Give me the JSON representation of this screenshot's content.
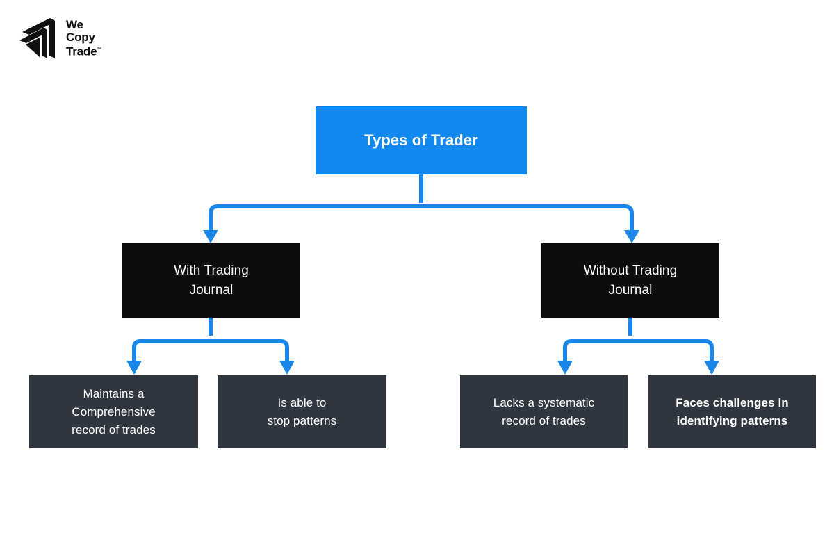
{
  "brand": {
    "name": "We Copy Trade",
    "logo_icon": "arrow-chevron-logo-mark",
    "lines": [
      "We",
      "Copy",
      "Trade"
    ],
    "trademark": "™"
  },
  "colors": {
    "accent_blue": "#1289f0",
    "connector_blue": "#1a86e8",
    "node_black": "#0d0d10",
    "node_slate": "#30363f",
    "background": "#ffffff",
    "text_light": "#ffffff"
  },
  "diagram": {
    "type": "tree",
    "root": {
      "id": "types-of-trader",
      "label": "Types of Trader"
    },
    "branches": [
      {
        "id": "with-trading-journal",
        "label": "With Trading\nJournal",
        "children": [
          {
            "id": "maintains-comprehensive-record",
            "label": "Maintains a\nComprehensive\nrecord of trades"
          },
          {
            "id": "is-able-to-stop-patterns",
            "label": "Is able to\nstop patterns"
          }
        ]
      },
      {
        "id": "without-trading-journal",
        "label": "Without Trading\nJournal",
        "children": [
          {
            "id": "lacks-systematic-record",
            "label": "Lacks a systematic\nrecord of trades"
          },
          {
            "id": "faces-challenges-identifying-patterns",
            "label": "Faces challenges in\nidentifying patterns"
          }
        ]
      }
    ]
  }
}
